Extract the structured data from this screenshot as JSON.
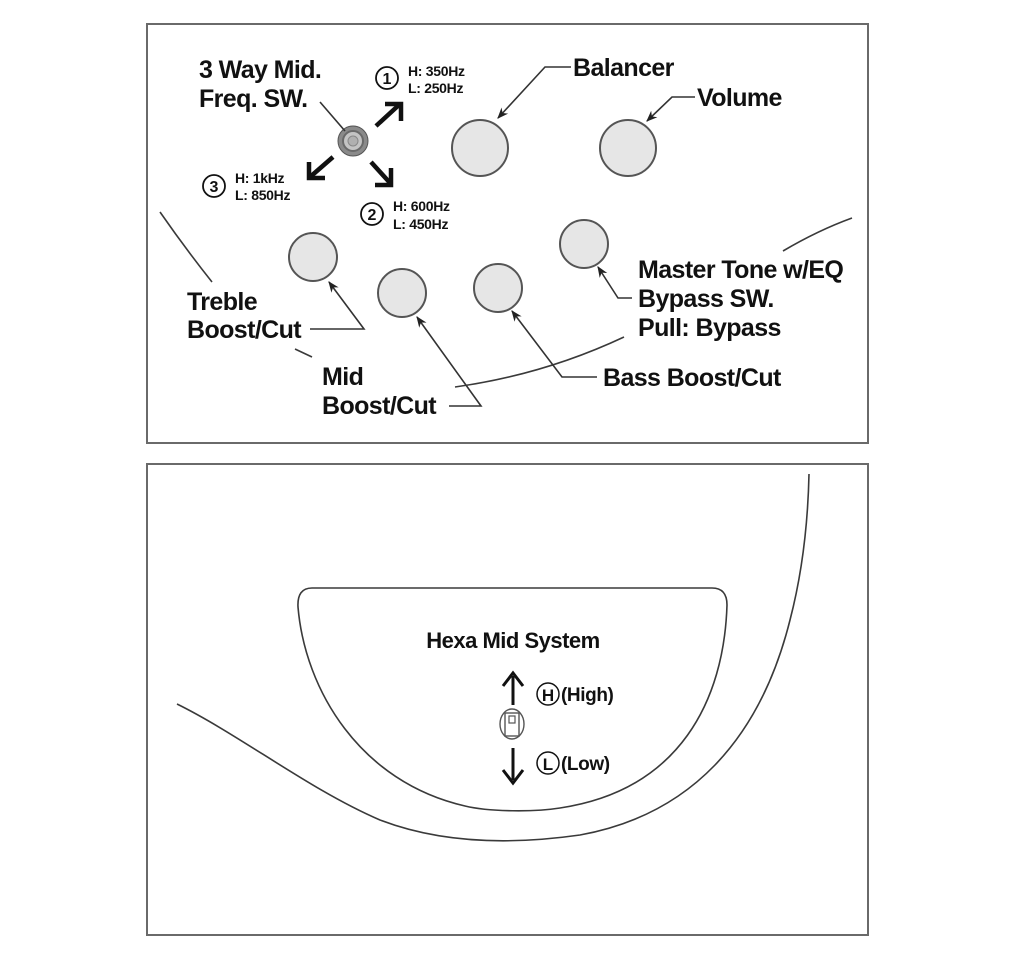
{
  "top_panel": {
    "switch": {
      "title_line1": "3 Way Mid.",
      "title_line2": "Freq. SW.",
      "positions": [
        {
          "number": "1",
          "high": "H: 350Hz",
          "low": "L: 250Hz"
        },
        {
          "number": "2",
          "high": "H: 600Hz",
          "low": "L: 450Hz"
        },
        {
          "number": "3",
          "high": "H: 1kHz",
          "low": "L: 850Hz"
        }
      ]
    },
    "knobs": {
      "balancer": "Balancer",
      "volume": "Volume",
      "treble_line1": "Treble",
      "treble_line2": "Boost/Cut",
      "mid_line1": "Mid",
      "mid_line2": "Boost/Cut",
      "bass": "Bass Boost/Cut",
      "master_line1": "Master Tone w/EQ",
      "master_line2": "Bypass SW.",
      "master_line3": "Pull: Bypass"
    }
  },
  "bottom_panel": {
    "title": "Hexa Mid System",
    "high_symbol": "H",
    "high_label": "(High)",
    "low_symbol": "L",
    "low_label": "(Low)"
  }
}
